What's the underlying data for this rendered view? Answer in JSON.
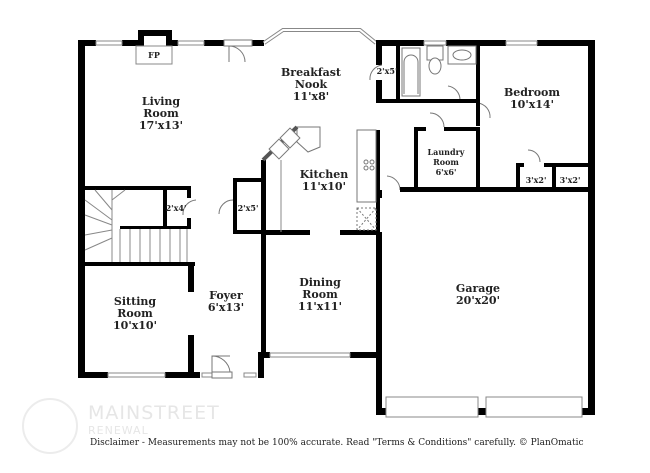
{
  "rooms": {
    "living": {
      "name_1": "Living",
      "name_2": "Room",
      "size": "17'x13'"
    },
    "breakfast": {
      "name_1": "Breakfast",
      "name_2": "Nook",
      "size": "11'x8'"
    },
    "kitchen": {
      "name": "Kitchen",
      "size": "11'x10'"
    },
    "bedroom": {
      "name": "Bedroom",
      "size": "10'x14'"
    },
    "laundry": {
      "name_1": "Laundry",
      "name_2": "Room",
      "size": "6'x6'"
    },
    "sitting": {
      "name_1": "Sitting",
      "name_2": "Room",
      "size": "10'x10'"
    },
    "foyer": {
      "name": "Foyer",
      "size": "6'x13'"
    },
    "dining": {
      "name_1": "Dining",
      "name_2": "Room",
      "size": "11'x11'"
    },
    "garage": {
      "name": "Garage",
      "size": "20'x20'"
    }
  },
  "closets": {
    "fireplace": "FP",
    "pantry_top": "2'x5'",
    "closet_stairs": "2'x4'",
    "closet_foyer": "2'x5'",
    "closet_bed_1": "3'x2'",
    "closet_bed_2": "3'x2'"
  },
  "watermark": {
    "line_1": "MAINSTREET",
    "line_2": "RENEWAL"
  },
  "disclaimer": "Disclaimer - Measurements may not be 100% accurate. Read \"Terms & Conditions\" carefully. © PlanOmatic"
}
